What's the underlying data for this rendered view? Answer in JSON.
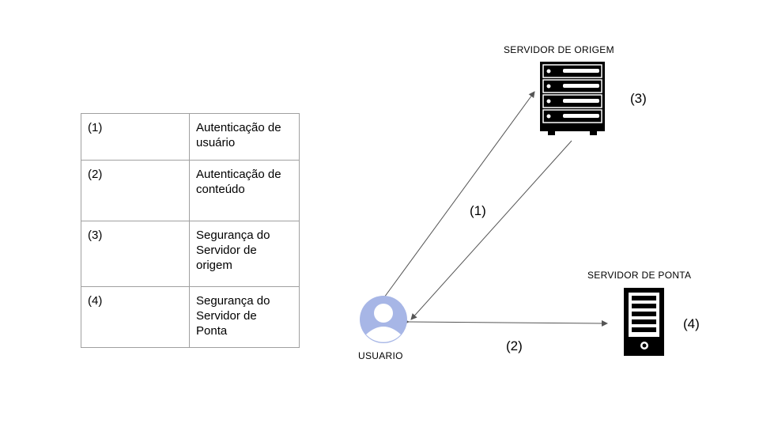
{
  "legend": [
    {
      "num": "(1)",
      "desc": "Autenticação de\nusuário"
    },
    {
      "num": "(2)",
      "desc": "Autenticação de\nconteúdo"
    },
    {
      "num": "(3)",
      "desc": "Segurança do\nServidor de\norigem"
    },
    {
      "num": "(4)",
      "desc": "Segurança do\nServidor de\nPonta"
    }
  ],
  "nodes": {
    "origin_server": {
      "label": "SERVIDOR DE ORIGEM",
      "tag": "(3)",
      "icon": "rack-server-icon"
    },
    "edge_server": {
      "label": "SERVIDOR DE PONTA",
      "tag": "(4)",
      "icon": "tower-server-icon"
    },
    "user": {
      "label": "USUARIO",
      "icon": "user-avatar-icon"
    }
  },
  "connections": {
    "user_origin": "(1)",
    "user_edge": "(2)"
  },
  "colors": {
    "avatar": "#a7b6e6",
    "server": "#000000",
    "arrow": "#555555",
    "table_border": "#a0a0a0"
  }
}
